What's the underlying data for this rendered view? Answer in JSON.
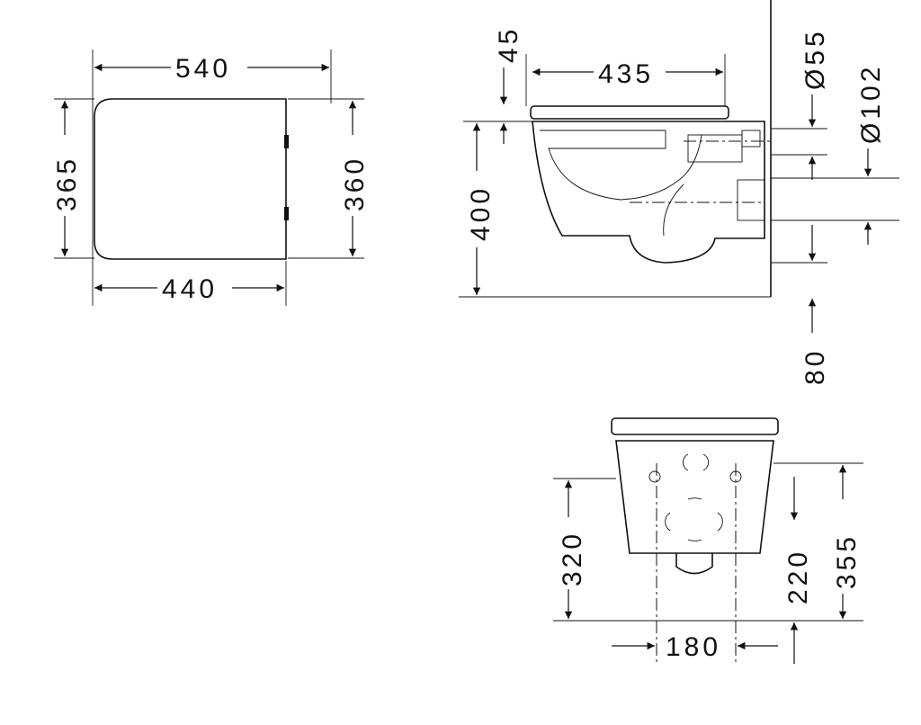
{
  "top_view": {
    "width_total": "540",
    "depth_left": "365",
    "depth_right": "360",
    "width_bottom": "440"
  },
  "side_view": {
    "seat_thickness": "45",
    "length": "435",
    "inlet_diameter": "Ø55",
    "outlet_diameter": "Ø102",
    "height": "400",
    "outlet_height": "80"
  },
  "front_view": {
    "height_320": "320",
    "bolt_height": "220",
    "height_355": "355",
    "bolt_spacing": "180"
  }
}
